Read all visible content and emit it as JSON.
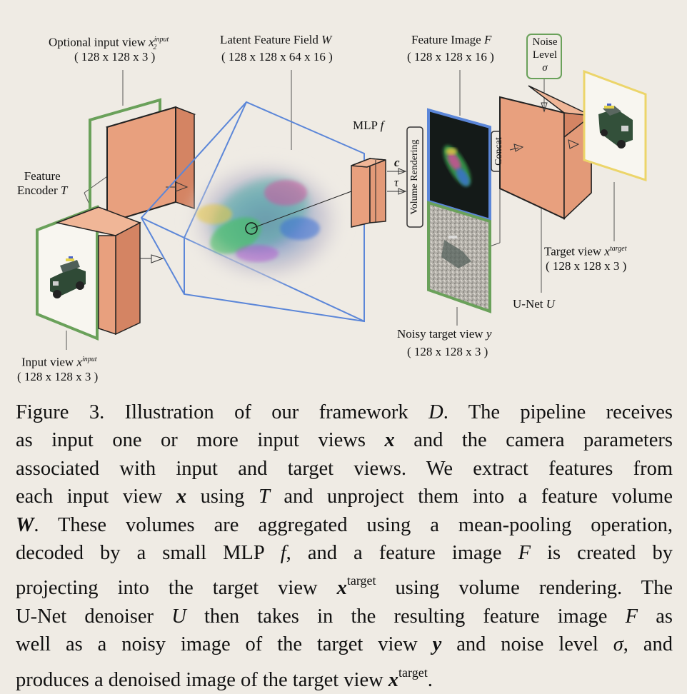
{
  "labels": {
    "optional_input": "Optional input view",
    "optional_input_var": "x",
    "optional_input_sup": "input",
    "optional_input_sub": "2",
    "optional_input_dims": "( 128 x 128 x 3 )",
    "latent_field": "Latent Feature Field",
    "latent_field_var": "W",
    "latent_field_dims": "( 128 x 128 x 64 x 16 )",
    "feature_image": "Feature Image",
    "feature_image_var": "F",
    "feature_image_dims": "( 128 x 128 x 16 )",
    "noise_level_line1": "Noise",
    "noise_level_line2": "Level",
    "noise_level_var": "σ",
    "mlp": "MLP",
    "mlp_var": "f",
    "mlp_out_c": "c",
    "mlp_out_tau": "τ",
    "volume_rendering": "Volume Rendering",
    "concat": "Concat",
    "feature_encoder_line1": "Feature",
    "feature_encoder_line2": "Encoder",
    "feature_encoder_var": "T",
    "target_view": "Target view",
    "target_view_var": "x",
    "target_view_sup": "target",
    "target_view_dims": "( 128 x 128 x 3 )",
    "unet": "U-Net",
    "unet_var": "U",
    "noisy_target": "Noisy target view",
    "noisy_target_var": "y",
    "noisy_target_dims": "( 128 x 128 x 3 )",
    "input_view": "Input view",
    "input_view_var": "x",
    "input_view_sup": "input",
    "input_view_dims": "( 128 x 128 x 3 )"
  },
  "caption": {
    "l1_a": "Figure 3.  Illustration of our framework ",
    "l1_D": "D",
    "l1_b": ". The pipeline receives",
    "l2_a": "as input one or more input views ",
    "l2_x": "x",
    "l2_b": " and the camera parameters",
    "l3": "associated with input and target views.  We extract features from",
    "l4_a": "each input view ",
    "l4_x": "x",
    "l4_b": " using ",
    "l4_T": "T",
    "l4_c": " and unproject them into a feature volume",
    "l5_W": "W",
    "l5_a": ". These volumes are aggregated using a mean-pooling operation,",
    "l6_a": "decoded by a small MLP ",
    "l6_f": "f",
    "l6_b": ", and a feature image ",
    "l6_F": "F",
    "l6_c": " is created by",
    "l7_a": "projecting into the target view ",
    "l7_x": "x",
    "l7_sup": "target",
    "l7_b": " using volume rendering. The",
    "l8_a": "U-Net denoiser ",
    "l8_U": "U",
    "l8_b": " then takes in the resulting feature image ",
    "l8_F": "F",
    "l8_c": " as",
    "l9_a": "well as a noisy image of the target view ",
    "l9_y": "y",
    "l9_b": " and noise level ",
    "l9_sigma": "σ",
    "l9_c": ", and",
    "l10_a": "produces a denoised image of the target view ",
    "l10_x": "x",
    "l10_sup": "target",
    "l10_b": "."
  },
  "colors": {
    "block_orange": "#e8a07e",
    "frame_green": "#6aa15a",
    "frame_yellow": "#ecd56a",
    "frame_blue": "#5b86d8",
    "background": "#efebe4"
  }
}
